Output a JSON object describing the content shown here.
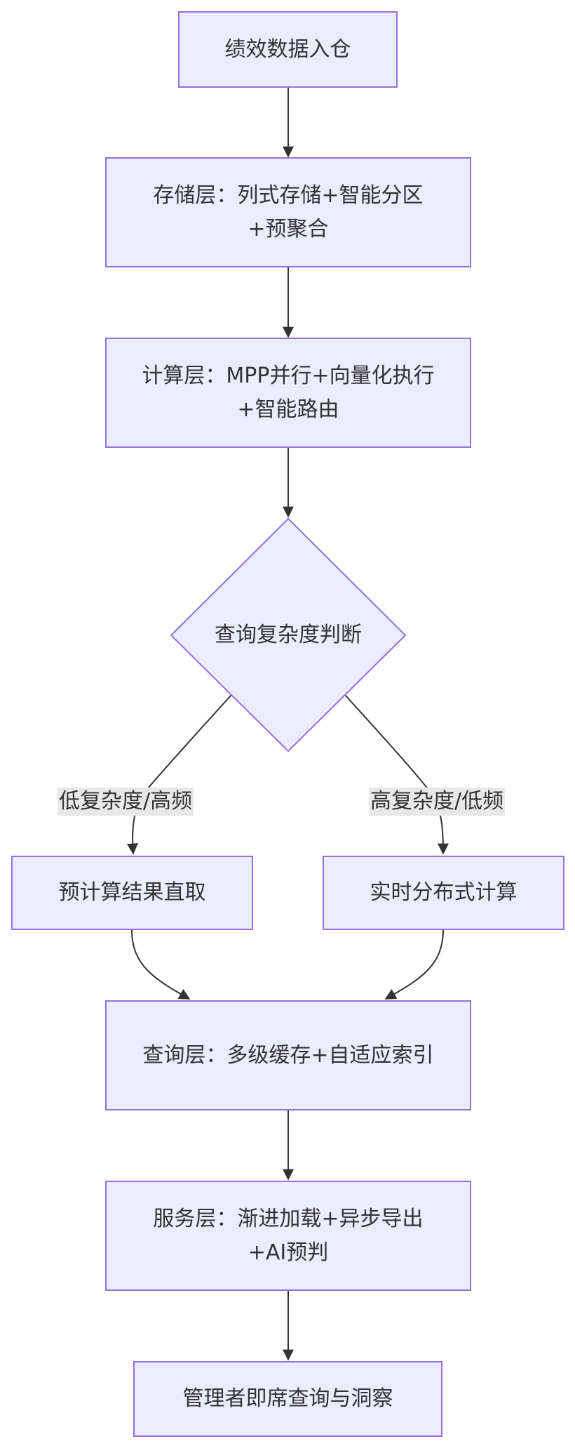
{
  "colors": {
    "node_fill": "#ececff",
    "node_border": "#9370db",
    "edge": "#333333",
    "text": "#333333",
    "edge_label_bg": "#e8e8e8"
  },
  "nodes": {
    "ingest": "绩效数据入仓",
    "storage": "存储层：列式存储+智能分区+预聚合",
    "compute": "计算层：MPP并行+向量化执行+智能路由",
    "decision": "查询复杂度判断",
    "precomputed": "预计算结果直取",
    "realtime": "实时分布式计算",
    "query": "查询层：多级缓存+自适应索引",
    "service": "服务层：渐进加载+异步导出+AI预判",
    "insight": "管理者即席查询与洞察"
  },
  "edge_labels": {
    "low": "低复杂度/高频",
    "high": "高复杂度/低频"
  }
}
